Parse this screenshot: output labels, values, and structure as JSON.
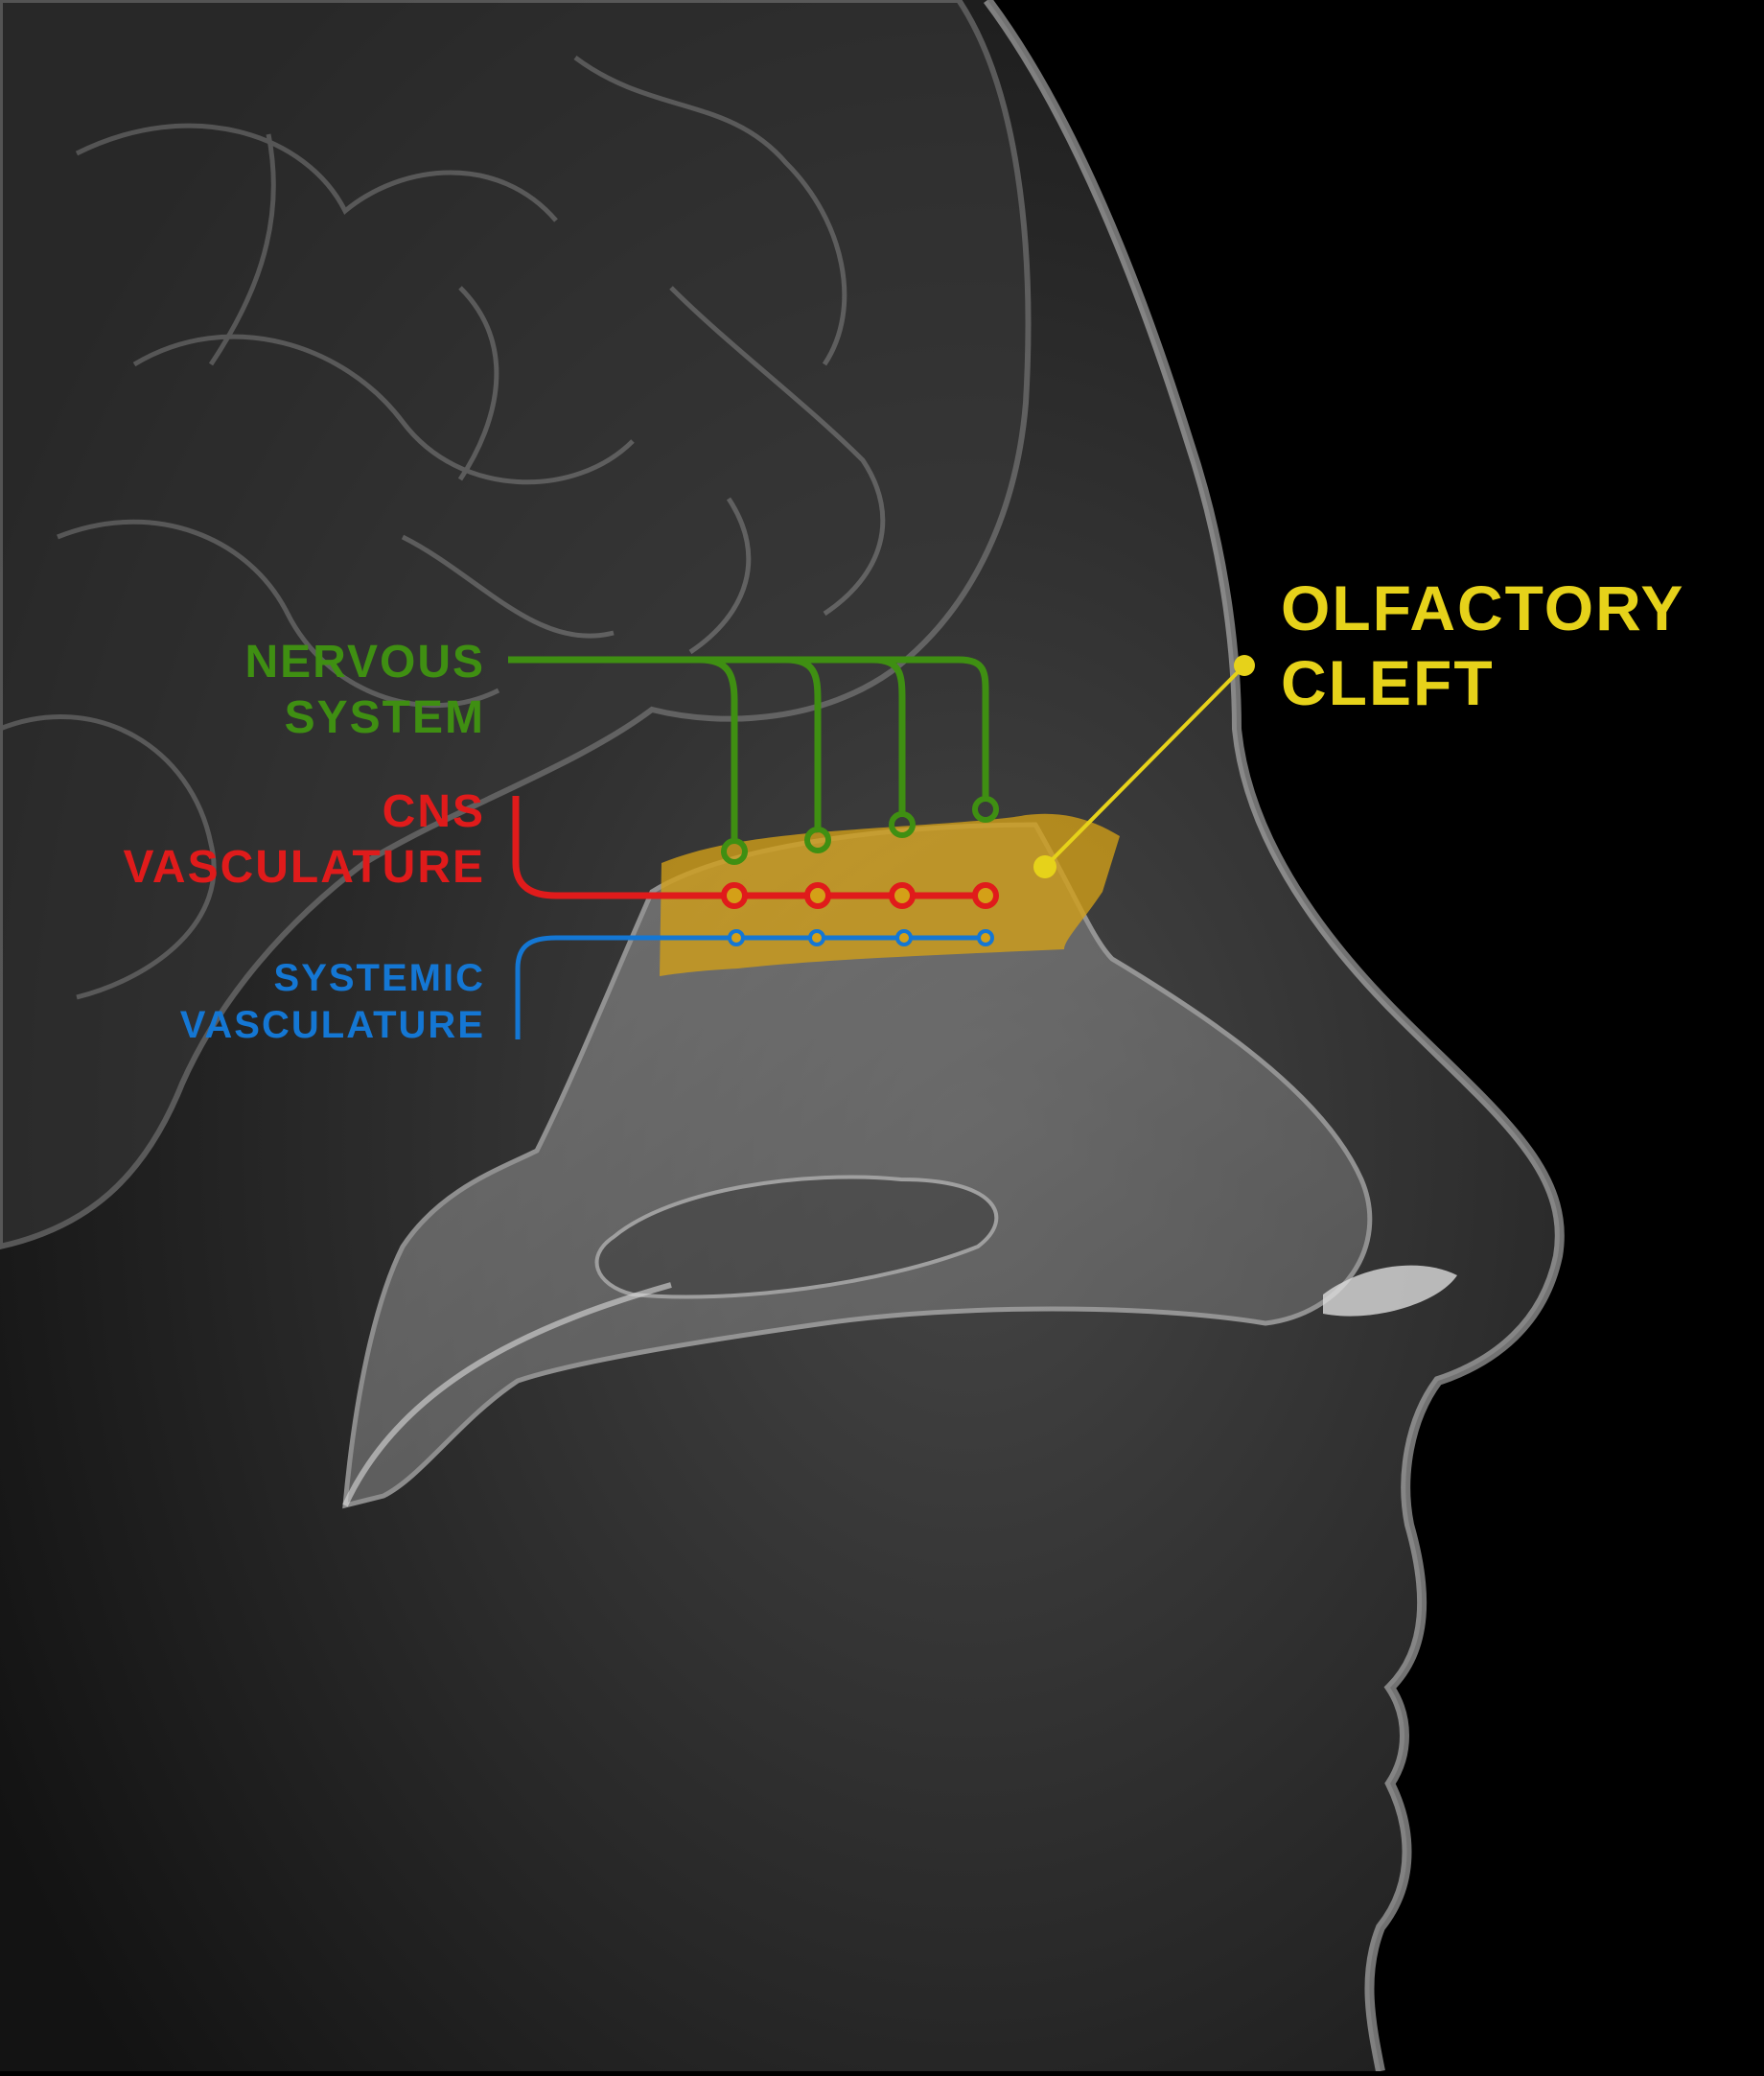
{
  "colors": {
    "background": "#000000",
    "nervous": "#3f8f12",
    "cns": "#e01b1b",
    "systemic": "#1477d4",
    "olfactory": "#e6d21a",
    "cleft_fill": "#d4a017",
    "anatomy": "#b8b8b8"
  },
  "labels": {
    "nervous_system": {
      "line1": "NERVOUS",
      "line2": "SYSTEM"
    },
    "cns_vasculature": {
      "line1": "CNS",
      "line2": "VASCULATURE"
    },
    "systemic_vasculature": {
      "line1": "SYSTEMIC",
      "line2": "VASCULATURE"
    },
    "olfactory_cleft": {
      "line1": "OLFACTORY",
      "line2": "CLEFT"
    }
  },
  "connector_counts": {
    "nervous": 4,
    "cns": 4,
    "systemic": 4
  }
}
